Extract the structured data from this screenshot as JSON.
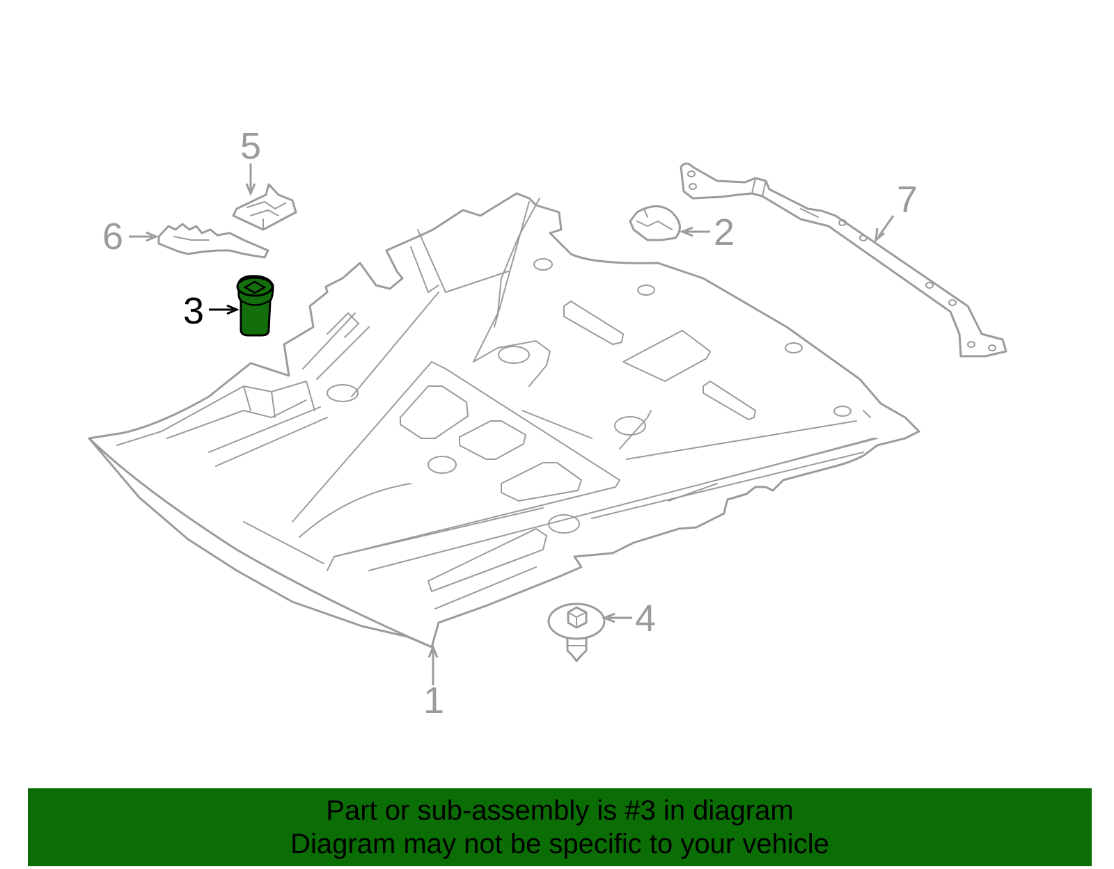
{
  "callouts": {
    "part1": "1",
    "part2": "2",
    "part3": "3",
    "part4": "4",
    "part5": "5",
    "part6": "6",
    "part7": "7"
  },
  "highlighted_part": "3",
  "colors": {
    "highlight": "#136f0b",
    "line": "#9b9b9b",
    "banner": "#0b6e05"
  },
  "banner": {
    "line1": "Part or sub-assembly is #3 in diagram",
    "line2": "Diagram may not be specific to your vehicle"
  }
}
